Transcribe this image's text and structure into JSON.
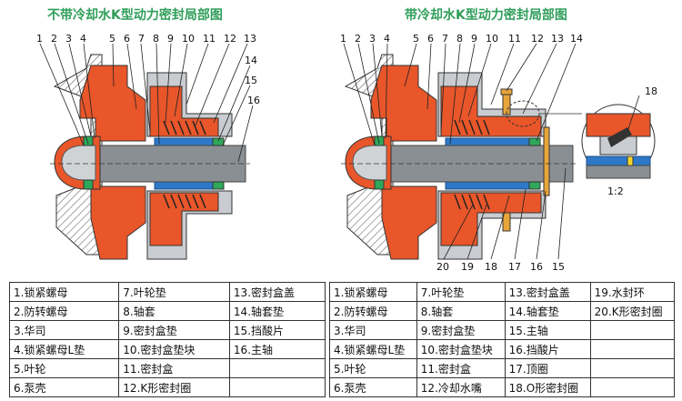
{
  "titles": {
    "left": "不带冷却水K型动力密封局部图",
    "right": "带冷却水K型动力密封局部图"
  },
  "labels": {
    "left_top": [
      "1",
      "2",
      "3",
      "4",
      "5",
      "6",
      "7",
      "8",
      "9",
      "10",
      "11",
      "12",
      "13",
      "14",
      "15",
      "16"
    ],
    "right_top": [
      "1",
      "2",
      "3",
      "4",
      "5",
      "6",
      "7",
      "8",
      "9",
      "10",
      "11",
      "12",
      "13",
      "14"
    ],
    "right_bottom": [
      "20",
      "19",
      "18",
      "17",
      "16",
      "15"
    ],
    "detail": "18",
    "scale": "1:2"
  },
  "legend_left": [
    [
      "1.锁紧螺母",
      "7.叶轮垫",
      "13.密封盒盖"
    ],
    [
      "2.防转螺母",
      "8.轴套",
      "14.轴套垫"
    ],
    [
      "3.华司",
      "9.密封盒垫",
      "15.挡酸片"
    ],
    [
      "4.锁紧螺母L垫",
      "10.密封盒垫块",
      "16.主轴"
    ],
    [
      "5.叶轮",
      "11.密封盒",
      ""
    ],
    [
      "6.泵壳",
      "12.K形密封圈",
      ""
    ]
  ],
  "legend_right": [
    [
      "1.锁紧螺母",
      "7.叶轮垫",
      "13.密封盒盖",
      "19.水封环"
    ],
    [
      "2.防转螺母",
      "8.轴套",
      "14.轴套垫",
      "20.K形密封圈"
    ],
    [
      "3.华司",
      "9.密封盒垫",
      "15.主轴",
      ""
    ],
    [
      "4.锁紧螺母L垫",
      "10.密封盒垫块",
      "16.挡酸片",
      ""
    ],
    [
      "5.叶轮",
      "11.密封盒",
      "17.顶圈",
      ""
    ],
    [
      "6.泵壳",
      "12.冷却水嘴",
      "18.O形密封圈",
      ""
    ]
  ],
  "colors": {
    "orange": "#e8562a",
    "shaft": "#8a8f94",
    "blue": "#2e78c8",
    "hatch": "#555555",
    "title": "#2f9e5a"
  }
}
